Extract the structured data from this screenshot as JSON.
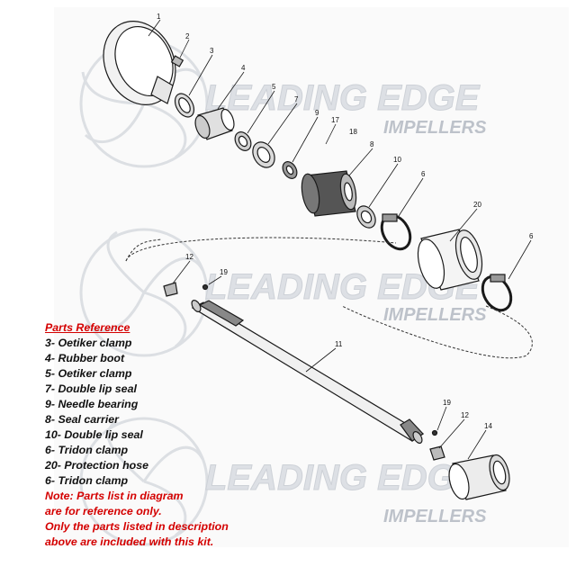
{
  "watermark": {
    "brand": "LEADING EDGE",
    "sub": "IMPELLERS"
  },
  "callouts": [
    "1",
    "2",
    "3",
    "4",
    "5",
    "7",
    "9",
    "17",
    "18",
    "8",
    "10",
    "6",
    "20",
    "6",
    "12",
    "19",
    "11",
    "19",
    "12",
    "14"
  ],
  "parts_reference": {
    "heading": "Parts Reference",
    "items": [
      "3- Oetiker clamp",
      "4- Rubber boot",
      "5- Oetiker clamp",
      "7- Double lip seal",
      "9- Needle bearing",
      "8- Seal carrier",
      "10- Double lip seal",
      "6- Tridon clamp",
      "20- Protection hose",
      "6- Tridon clamp"
    ],
    "note": [
      "Note: Parts list in diagram",
      "are for reference only.",
      "Only the parts listed in description",
      "above are included with this kit."
    ]
  },
  "colors": {
    "note_red": "#d40000",
    "line": "#1a1a1a",
    "watermark": "#b8bec8"
  }
}
